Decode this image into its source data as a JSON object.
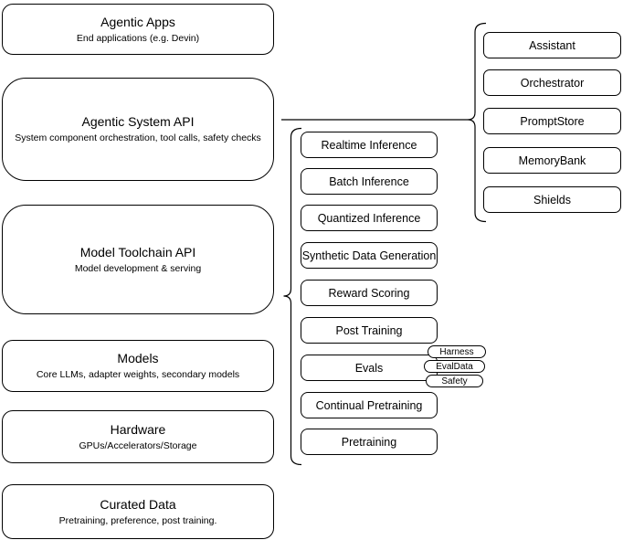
{
  "diagram": {
    "left_column": [
      {
        "title": "Agentic Apps",
        "subtitle": "End applications (e.g. Devin)"
      },
      {
        "title": "Agentic System API",
        "subtitle": "System component orchestration, tool calls, safety checks"
      },
      {
        "title": "Model Toolchain API",
        "subtitle": "Model development & serving"
      },
      {
        "title": "Models",
        "subtitle": "Core LLMs, adapter weights, secondary models"
      },
      {
        "title": "Hardware",
        "subtitle": "GPUs/Accelerators/Storage"
      },
      {
        "title": "Curated Data",
        "subtitle": "Pretraining, preference, post training."
      }
    ],
    "toolchain_group": [
      "Realtime Inference",
      "Batch Inference",
      "Quantized Inference",
      "Synthetic Data Generation",
      "Reward Scoring",
      "Post Training",
      "Evals",
      "Continual Pretraining",
      "Pretraining"
    ],
    "evals_tags": [
      "Harness",
      "EvalData",
      "Safety"
    ],
    "system_group": [
      "Assistant",
      "Orchestrator",
      "PromptStore",
      "MemoryBank",
      "Shields"
    ],
    "colors": {
      "stroke": "#000000",
      "fill": "#ffffff",
      "text": "#000000"
    }
  }
}
